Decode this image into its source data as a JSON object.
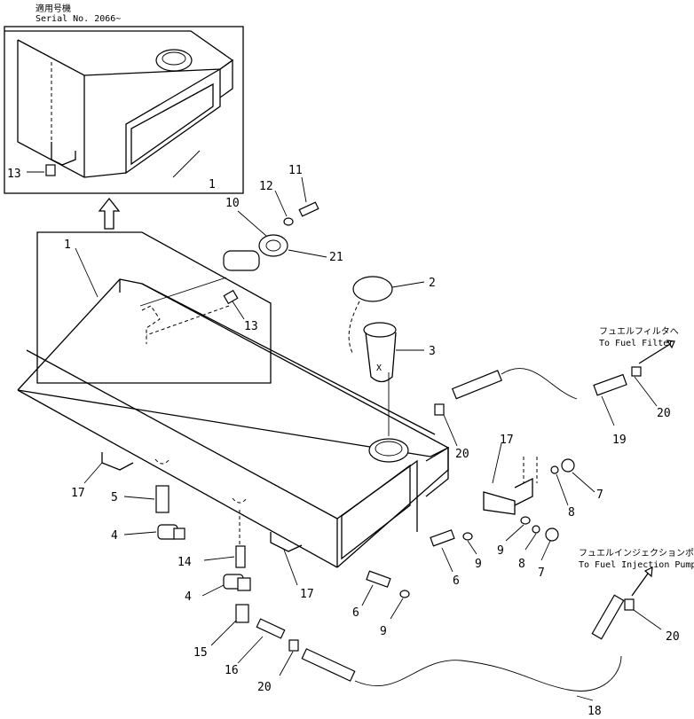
{
  "inset": {
    "note_jp": "適用号機",
    "serial": "Serial No. 2066~",
    "labels": [
      "13",
      "1"
    ]
  },
  "callouts": {
    "c1": "1",
    "c2": "2",
    "c3": "3",
    "c4a": "4",
    "c4b": "4",
    "c5": "5",
    "c6a": "6",
    "c6b": "6",
    "c7a": "7",
    "c7b": "7",
    "c8a": "8",
    "c8b": "8",
    "c9a": "9",
    "c9b": "9",
    "c9c": "9",
    "c10": "10",
    "c11": "11",
    "c12": "12",
    "c13": "13",
    "c14": "14",
    "c15": "15",
    "c16": "16",
    "c17a": "17",
    "c17b": "17",
    "c17c": "17",
    "c18": "18",
    "c19": "19",
    "c20a": "20",
    "c20b": "20",
    "c20c": "20",
    "c20d": "20",
    "c21": "21"
  },
  "destinations": {
    "filter_jp": "フュエルフィルタへ",
    "filter_en": "To Fuel Filter",
    "pump_jp": "フュエルインジェクションポンプへ",
    "pump_en": "To Fuel Injection Pump"
  }
}
